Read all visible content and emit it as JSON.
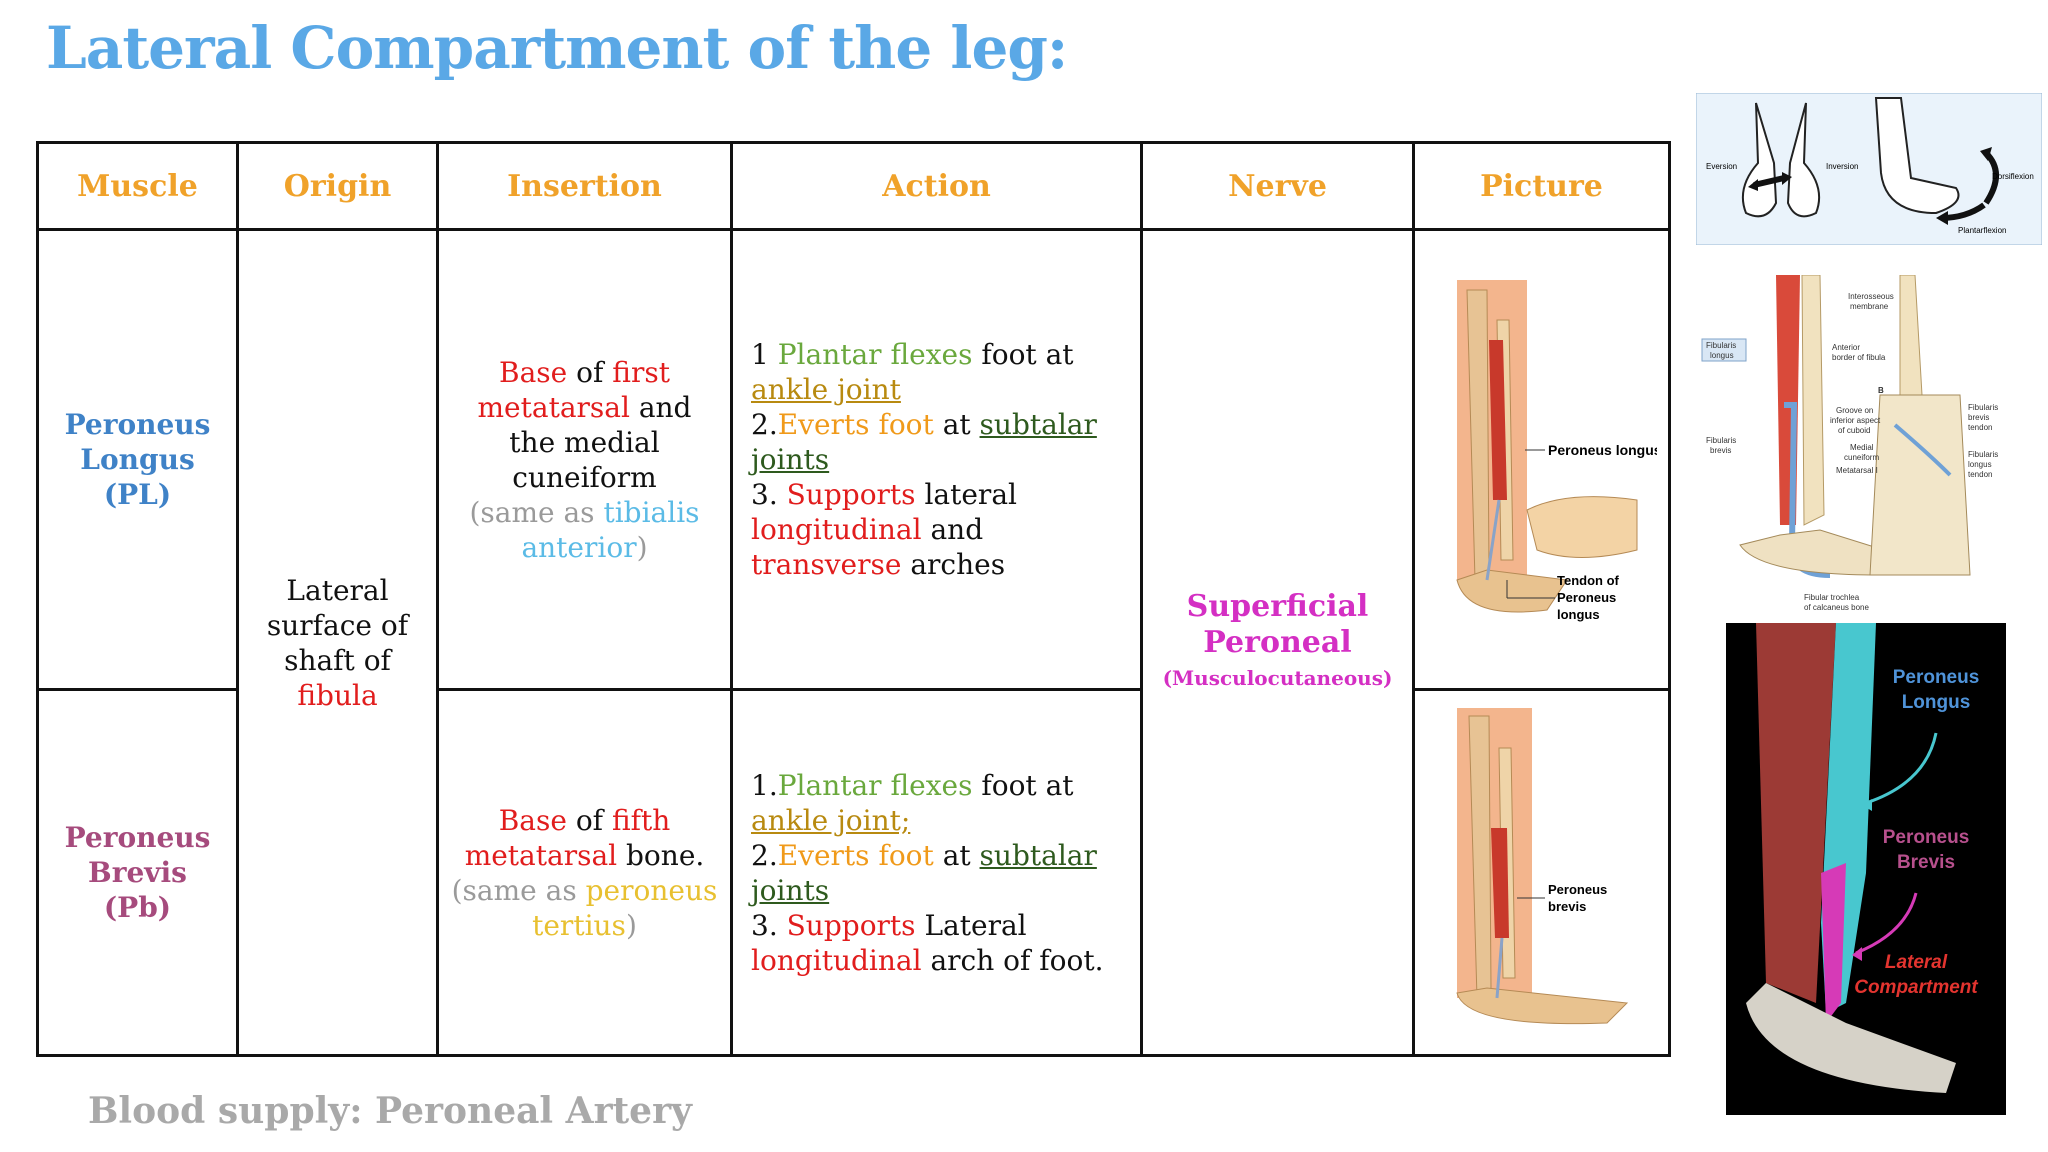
{
  "title": "Lateral Compartment of the leg:",
  "headers": [
    "Muscle",
    "Origin",
    "Insertion",
    "Action",
    "Nerve",
    "Picture"
  ],
  "rows": [
    {
      "muscle": [
        "Peroneus",
        "Longus",
        "(PL)"
      ],
      "insertion": {
        "base": "Base",
        "of": " of ",
        "first": "first",
        "metatarsal": "metatarsal",
        "and": " and",
        "rest1": "the medial",
        "rest2": "cuneiform",
        "same_open": "(same as ",
        "same_name1": "tibialis",
        "same_name2": "anterior",
        "same_close": ")"
      },
      "action": {
        "l1_num": "1 ",
        "l1_green": "Plantar flexes",
        "l1_rest": " foot at",
        "l2_joint": "ankle joint",
        "l3_num": "2.",
        "l3_orange": "Everts foot",
        "l3_at": " at ",
        "l3_sub": "subtalar",
        "l4_joints": "joints",
        "l5_num": "3. ",
        "l5_red": "Supports",
        "l5_rest": " lateral",
        "l6_red": "longitudinal",
        "l6_rest": " and",
        "l7_red": "transverse",
        "l7_rest": " arches"
      },
      "picture_labels": [
        "Peroneus longus",
        "Tendon of",
        "Peroneus",
        "longus"
      ]
    },
    {
      "muscle": [
        "Peroneus",
        "Brevis",
        "(Pb)"
      ],
      "insertion": {
        "base": "Base",
        "of": " of ",
        "first": "fifth",
        "metatarsal": "metatarsal",
        "and": " bone.",
        "same_open": "(same as ",
        "same_name1": "peroneus",
        "same_name2": "tertius",
        "same_close": ")"
      },
      "action": {
        "l1_num": "1.",
        "l1_green": "Plantar flexes",
        "l1_rest": " foot at",
        "l2_joint": "ankle joint;",
        "l3_num": "2.",
        "l3_orange": "Everts foot",
        "l3_at": " at ",
        "l3_sub": "subtalar",
        "l4_joints": "joints",
        "l5_num": "3. ",
        "l5_red": "Supports",
        "l5_rest": " Lateral",
        "l6_red": "longitudinal",
        "l6_rest": " arch of foot."
      },
      "picture_labels": [
        "Peroneus",
        "brevis"
      ]
    }
  ],
  "origin": {
    "l1": "Lateral",
    "l2": "surface of",
    "l3": "shaft of",
    "l4": "fibula"
  },
  "nerve": {
    "l1": "Superficial",
    "l2": "Peroneal",
    "l3": "(Musculocutaneous)"
  },
  "footer": "Blood supply: Peroneal Artery",
  "side_top": {
    "eversion": "Eversion",
    "inversion": "Inversion",
    "dorsiflexion": "Dorsiflexion",
    "plantarflexion": "Plantarflexion"
  },
  "side_mid": {
    "labels": [
      "Interosseous",
      "membrane",
      "Fibularis",
      "longus",
      "Anterior",
      "border of fibula",
      "B",
      "Groove on",
      "inferior aspect",
      "of cuboid",
      "Fibularis",
      "brevis",
      "Medial",
      "cuneiform",
      "Metatarsal I",
      "Fibularis",
      "brevis",
      "tendon",
      "Fibularis",
      "longus",
      "tendon",
      "Fibular trochlea",
      "of calcaneus bone"
    ]
  },
  "side_bottom": {
    "pl1": "Peroneus",
    "pl2": "Longus",
    "pb1": "Peroneus",
    "pb2": "Brevis",
    "lc1": "Lateral",
    "lc2": "Compartment"
  },
  "colors": {
    "title": "#5aa8e6",
    "header": "#f0a22a",
    "pl": "#3f82c7",
    "pb": "#a64b7d",
    "nerve": "#d42fc3"
  }
}
